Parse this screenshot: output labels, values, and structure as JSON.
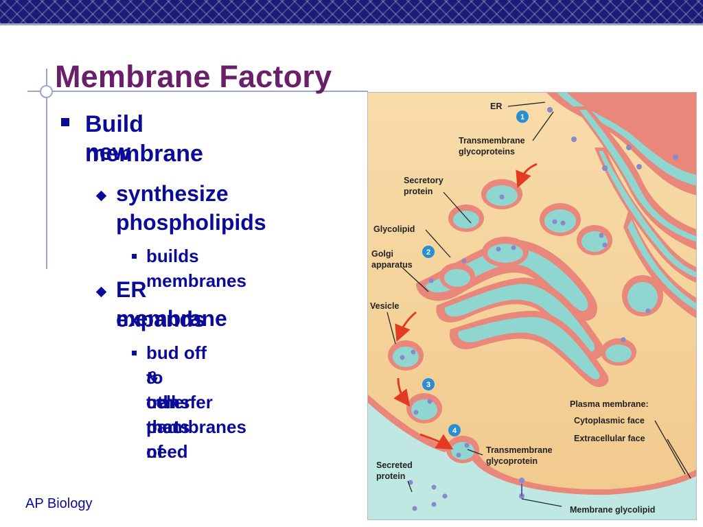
{
  "slide": {
    "title": "Membrane Factory",
    "footer": "AP Biology"
  },
  "bullets": {
    "l1_line1": "Build new",
    "l1_line2": "membrane",
    "l2a_line1": "synthesize",
    "l2a_line2": "phospholipids",
    "l3a": "builds membranes",
    "l2b_line1": "ER membrane",
    "l2b_line2": "expands",
    "l3b_line1": "bud off & transfer",
    "l3b_line2": "to other parts of",
    "l3b_line3": "cell that need",
    "l3b_line4": "membranes"
  },
  "figure": {
    "labels": {
      "er": "ER",
      "transmembrane_glycoproteins_1": "Transmembrane",
      "transmembrane_glycoproteins_2": "glycoproteins",
      "secretory_protein_1": "Secretory",
      "secretory_protein_2": "protein",
      "glycolipid": "Glycolipid",
      "golgi_1": "Golgi",
      "golgi_2": "apparatus",
      "vesicle": "Vesicle",
      "plasma_membrane": "Plasma membrane:",
      "cytoplasmic_face": "Cytoplasmic face",
      "extracellular_face": "Extracellular face",
      "transmembrane_glycoprotein_1": "Transmembrane",
      "transmembrane_glycoprotein_2": "glycoprotein",
      "secreted_protein_1": "Secreted",
      "secreted_protein_2": "protein",
      "membrane_glycolipid": "Membrane glycolipid"
    },
    "steps": [
      "1",
      "2",
      "3",
      "4"
    ],
    "colors": {
      "cytoplasm": "#f6d7a0",
      "membrane": "#e8877a",
      "lumen": "#8fd6d0",
      "step_badge": "#2a8fd0",
      "arrow": "#e23a23"
    }
  }
}
